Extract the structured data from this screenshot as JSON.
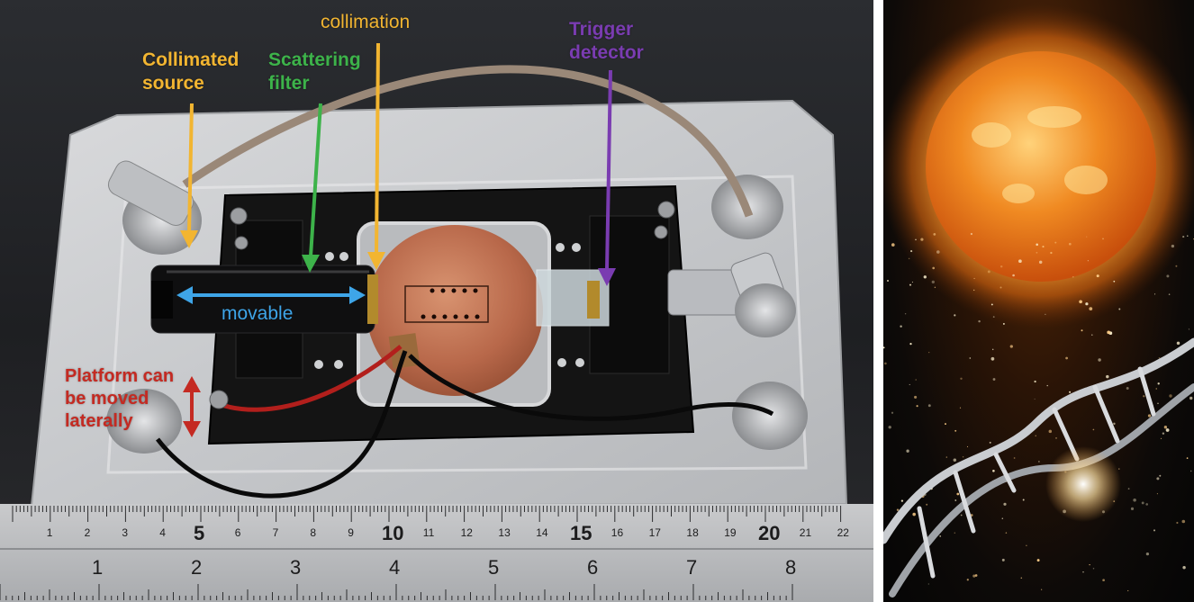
{
  "labels": {
    "collimated_source": "Collimated\nsource",
    "scattering_filter": "Scattering\nfilter",
    "collimation": "collimation",
    "trigger_detector": "Trigger\ndetector",
    "movable": "movable",
    "platform": "Platform can\nbe moved\nlaterally"
  },
  "colors": {
    "collimated_source": "#f2b531",
    "scattering_filter": "#3db34a",
    "collimation": "#f2b531",
    "trigger_detector": "#7a3cb1",
    "movable": "#3ea5e8",
    "platform": "#c42a22"
  },
  "ruler": {
    "top_numbers": [
      "1",
      "2",
      "3",
      "4",
      "5",
      "6",
      "7",
      "8",
      "9",
      "10",
      "11",
      "12",
      "13",
      "14",
      "15",
      "16",
      "17",
      "18",
      "19",
      "20",
      "21",
      "22"
    ],
    "bottom_numbers": [
      "1",
      "2",
      "3",
      "4",
      "5",
      "6",
      "7",
      "8"
    ]
  }
}
